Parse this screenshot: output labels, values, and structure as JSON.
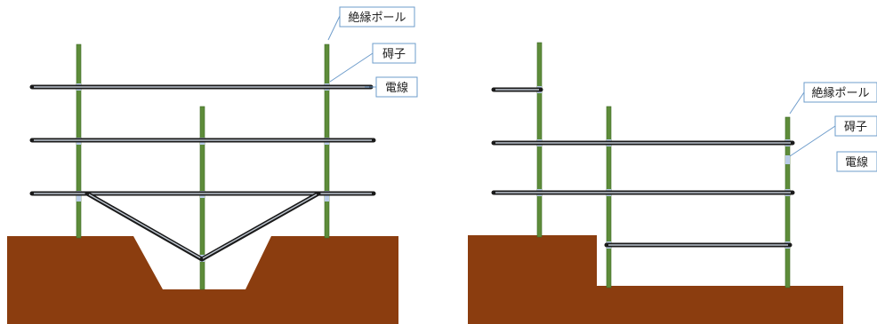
{
  "colors": {
    "ground": "#8B3D0F",
    "pole": "#5E8C3A",
    "pole_edge": "#3F6A25",
    "insulator": "#B9CCE8",
    "wire": "#1A1A1A",
    "wire_core": "#BFC7D1",
    "callout_border": "#6E9CCB"
  },
  "left_figure": {
    "labels": {
      "pole": "絶縁ポール",
      "insulator": "碍子",
      "wire": "電線"
    }
  },
  "right_figure": {
    "labels": {
      "pole": "絶縁ポール",
      "insulator": "碍子",
      "wire": "電線"
    }
  }
}
